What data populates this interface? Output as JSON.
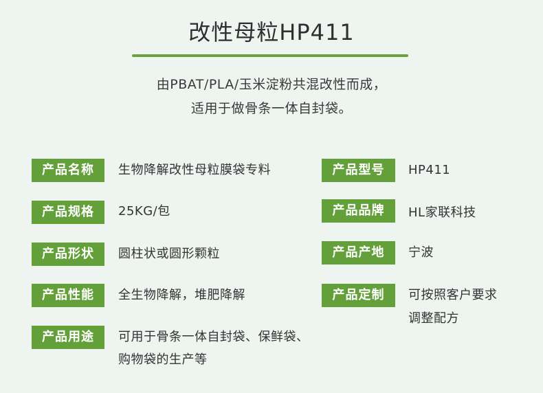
{
  "title": "改性母粒HP411",
  "description": {
    "line1": "由PBAT/PLA/玉米淀粉共混改性而成，",
    "line2": "适用于做骨条一体自封袋。"
  },
  "specs": {
    "name": {
      "label": "产品名称",
      "value": "生物降解改性母粒膜袋专料"
    },
    "model": {
      "label": "产品型号",
      "value": "HP411"
    },
    "size": {
      "label": "产品规格",
      "value": "25KG/包"
    },
    "brand": {
      "label": "产品品牌",
      "value": "HL家联科技"
    },
    "shape": {
      "label": "产品形状",
      "value": "圆柱状或圆形颗粒"
    },
    "origin": {
      "label": "产品产地",
      "value": "宁波"
    },
    "performance": {
      "label": "产品性能",
      "value": "全生物降解，堆肥降解"
    },
    "custom": {
      "label": "产品定制",
      "value_line1": "可按照客户要求",
      "value_line2": "调整配方"
    },
    "usage": {
      "label": "产品用途",
      "value_line1": "可用于骨条一体自封袋、保鲜袋、",
      "value_line2": "购物袋的生产等"
    }
  },
  "colors": {
    "accent": "#64a03a",
    "background": "#eef4ef"
  }
}
